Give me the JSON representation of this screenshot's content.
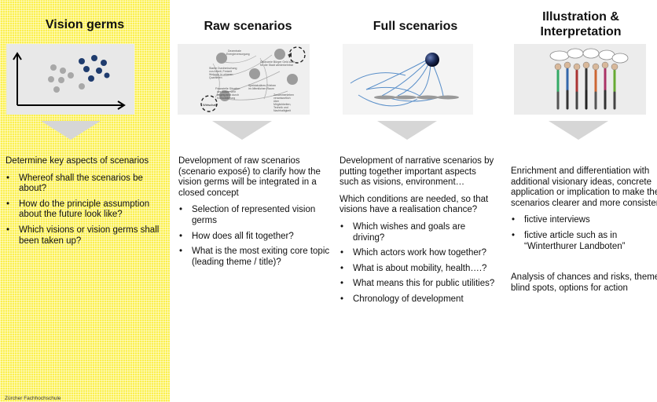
{
  "col1": {
    "title": "Vision germs",
    "intro": "Determine key aspects of scenarios",
    "bullets": [
      "Whereof shall the scenarios be about?",
      "How do the principle assumption about the future look like?",
      "Which visions or vision germs shall been taken up?"
    ],
    "footer": "Zürcher Fachhochschule"
  },
  "col2": {
    "title": "Raw scenarios",
    "intro": "Development of raw scenarios (scenario exposé) to clarify how the vision germs will be integrated in a closed concept",
    "bullets": [
      "Selection of represented vision germs",
      "How does all fit together?",
      "What is the most exiting core topic (leading theme / title)?"
    ],
    "diagram_labels": [
      "Wirtschaft"
    ]
  },
  "col3": {
    "title": "Full scenarios",
    "intro": "Development of narrative scenarios by putting together important aspects such as visions, environment…",
    "intro2": "Which conditions are needed, so that visions have a realisation chance?",
    "bullets": [
      "Which wishes and goals are driving?",
      "Which actors work how together?",
      "What is about mobility, health….?",
      "What means this for public utilities?",
      "Chronology of development"
    ]
  },
  "col4": {
    "title": "Illustration & Interpretation",
    "intro": "Enrichment and differentiation with additional visionary ideas, concrete application or implication to make the scenarios clearer and more consistent",
    "bullets": [
      "fictive interviews",
      "fictive article such as in “Winterthurer Landboten”"
    ],
    "outro": "Analysis of chances and risks, theme, blind spots, options for action"
  },
  "colors": {
    "highlight": "#fbf04f",
    "arrow": "#d6d6d6",
    "dot_dark": "#1f3c6e",
    "dot_grey": "#a8a8a8"
  }
}
